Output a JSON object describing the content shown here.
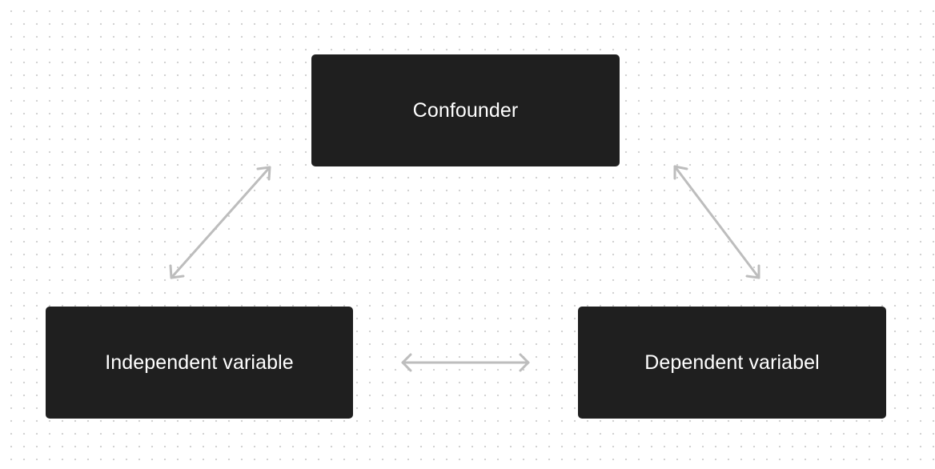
{
  "nodes": {
    "confounder": {
      "label": "Confounder"
    },
    "independent": {
      "label": "Independent variable"
    },
    "dependent": {
      "label": "Dependent variabel"
    }
  },
  "edges": [
    {
      "from": "independent",
      "to": "confounder",
      "arrowheads": "both"
    },
    {
      "from": "confounder",
      "to": "dependent",
      "arrowheads": "both"
    },
    {
      "from": "independent",
      "to": "dependent",
      "arrowheads": "both"
    }
  ],
  "colors": {
    "node_fill": "#1f1f1f",
    "node_text": "#ffffff",
    "edge": "#bdbdbd",
    "background": "#ffffff",
    "grid_dots": "#cfcfcf"
  }
}
